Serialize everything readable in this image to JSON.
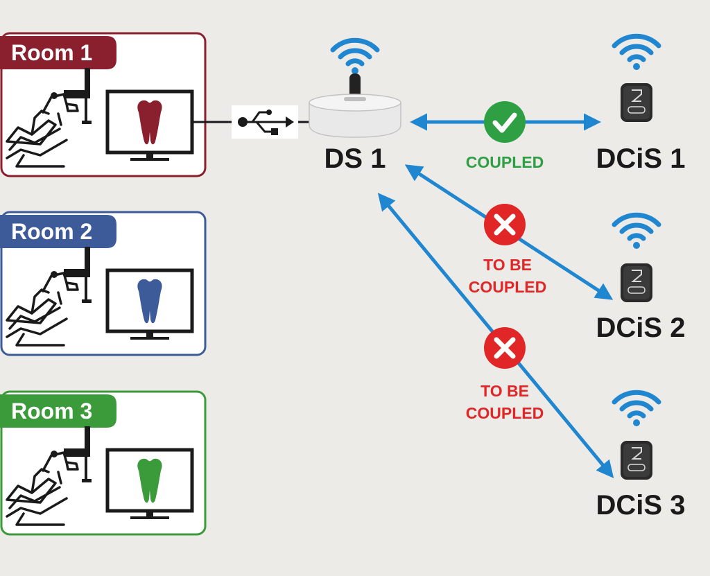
{
  "colors": {
    "room1": "#8a1f2d",
    "room2": "#3d5a99",
    "room3": "#3b9a3a",
    "link": "#1f86cf",
    "coupled": "#2ea043",
    "not_coupled": "#e02626",
    "dark": "#1a1a1a",
    "background": "#ecebe8"
  },
  "rooms": [
    {
      "label": "Room 1",
      "tooth_color": "#8a1f2d"
    },
    {
      "label": "Room 2",
      "tooth_color": "#3d5a99"
    },
    {
      "label": "Room 3",
      "tooth_color": "#3b9a3a"
    }
  ],
  "hub": {
    "label": "DS 1",
    "icon": "wifi-icon"
  },
  "connection": {
    "icon": "usb-icon"
  },
  "sensors": [
    {
      "label": "DCiS 1",
      "icon": "wifi-icon"
    },
    {
      "label": "DCiS 2",
      "icon": "wifi-icon"
    },
    {
      "label": "DCiS 3",
      "icon": "wifi-icon"
    }
  ],
  "links": [
    {
      "status": "coupled",
      "icon": "check-icon",
      "lines": [
        "COUPLED"
      ]
    },
    {
      "status": "not-coupled",
      "icon": "cross-icon",
      "lines": [
        "TO BE",
        "COUPLED"
      ]
    },
    {
      "status": "not-coupled",
      "icon": "cross-icon",
      "lines": [
        "TO BE",
        "COUPLED"
      ]
    }
  ]
}
